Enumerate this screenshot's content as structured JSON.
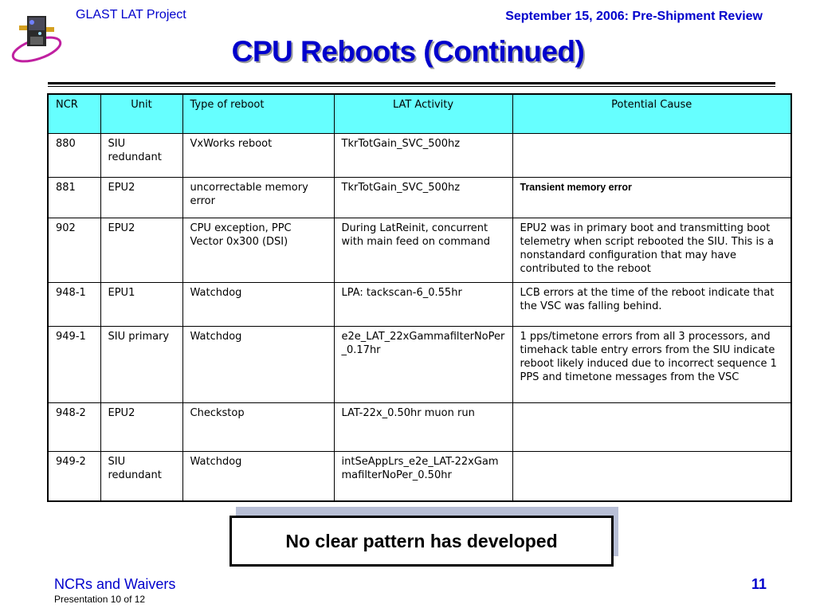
{
  "header": {
    "project": "GLAST LAT Project",
    "review": "September 15, 2006: Pre-Shipment Review",
    "logo_icon": "glast-satellite-logo"
  },
  "title": "CPU Reboots (Continued)",
  "table": {
    "headers": [
      "NCR",
      "Unit",
      "Type of reboot",
      "LAT Activity",
      "Potential Cause"
    ],
    "rows": [
      {
        "ncr": "880",
        "unit": "SIU redundant",
        "type": "VxWorks reboot",
        "activity": "TkrTotGain_SVC_500hz",
        "cause": ""
      },
      {
        "ncr": "881",
        "unit": "EPU2",
        "type": "uncorrectable memory error",
        "activity": "TkrTotGain_SVC_500hz",
        "cause": "Transient memory error"
      },
      {
        "ncr": "902",
        "unit": "EPU2",
        "type": "CPU exception, PPC Vector 0x300 (DSI)",
        "activity": "During LatReinit, concurrent with main feed on command",
        "cause": "EPU2 was in primary boot and transmitting boot telemetry when script rebooted the SIU. This is a nonstandard configuration that may have contributed to the reboot"
      },
      {
        "ncr": "948-1",
        "unit": "EPU1",
        "type": "Watchdog",
        "activity": "LPA: tackscan-6_0.55hr",
        "cause": "LCB errors at the time of the reboot indicate that the VSC was falling behind."
      },
      {
        "ncr": "949-1",
        "unit": "SIU primary",
        "type": "Watchdog",
        "activity": "e2e_LAT_22xGammafilterNoPer_0.17hr",
        "cause": "1 pps/timetone errors from all 3 processors, and timehack table entry errors from the SIU indicate reboot likely induced due to incorrect sequence 1 PPS and timetone messages from the VSC"
      },
      {
        "ncr": "948-2",
        "unit": "EPU2",
        "type": "Checkstop",
        "activity": "LAT-22x_0.50hr muon run",
        "cause": ""
      },
      {
        "ncr": "949-2",
        "unit": "SIU redundant",
        "type": "Watchdog",
        "activity": "intSeAppLrs_e2e_LAT-22xGammafilterNoPer_0.50hr",
        "cause": ""
      }
    ]
  },
  "callout": "No clear pattern has developed",
  "footer": {
    "section": "NCRs and Waivers",
    "presentation": "Presentation 10 of 12",
    "page": "11"
  },
  "colors": {
    "accent": "#0000cc",
    "table_header_bg": "#66ffff"
  }
}
